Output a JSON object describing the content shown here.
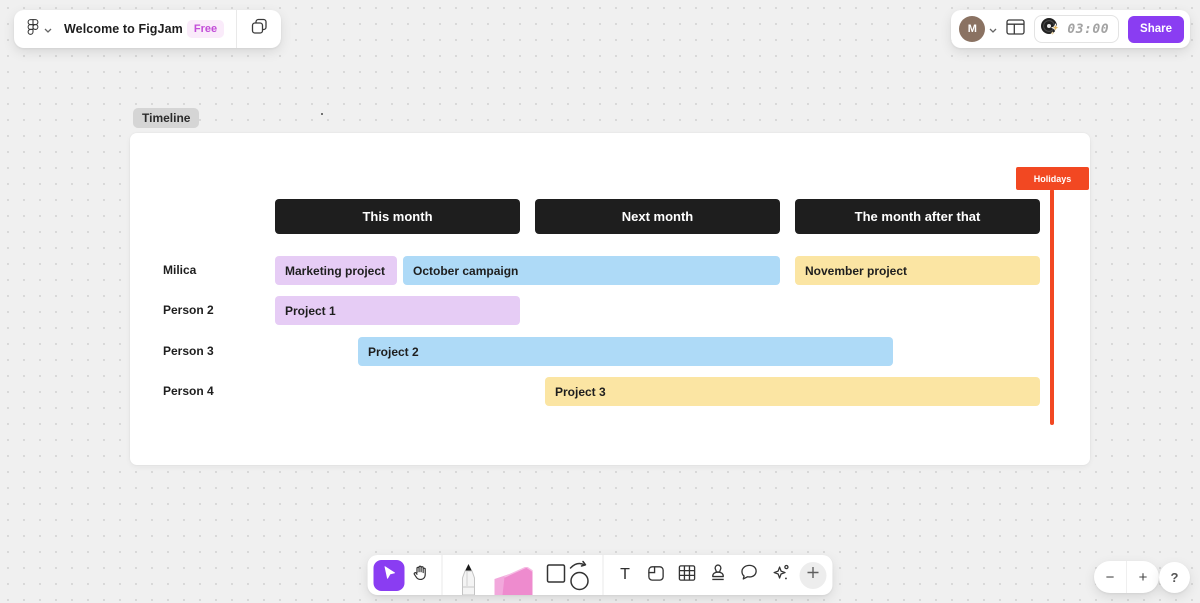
{
  "app": {
    "title": "Welcome to FigJam",
    "plan_badge": "Free",
    "avatar_initial": "M",
    "timer_value": "03:00",
    "share_label": "Share"
  },
  "board": {
    "tag": "Timeline",
    "columns": [
      "This month",
      "Next month",
      "The month after that"
    ],
    "holidays_label": "Holidays",
    "rows": [
      {
        "name": "Milica",
        "bars": [
          {
            "label": "Marketing project",
            "color": "#E6CCF5"
          },
          {
            "label": "October campaign",
            "color": "#AEDAF7"
          },
          {
            "label": "November project",
            "color": "#FBE5A3"
          }
        ]
      },
      {
        "name": "Person 2",
        "bars": [
          {
            "label": "Project 1",
            "color": "#E6CCF5"
          }
        ]
      },
      {
        "name": "Person 3",
        "bars": [
          {
            "label": "Project 2",
            "color": "#AEDAF7"
          }
        ]
      },
      {
        "name": "Person 4",
        "bars": [
          {
            "label": "Project 3",
            "color": "#FBE5A3"
          }
        ]
      }
    ]
  },
  "toolbar": {
    "text_tool_glyph": "T",
    "icons": {
      "select": "cursor-arrow",
      "hand": "open-hand",
      "marker": "pen-with-black-tip",
      "sticky_note": "pink-sticky-stack",
      "shapes": "square-circle-connector-arrow",
      "section": "frame-with-tab",
      "table": "grid",
      "stamp": "rubber-stamp",
      "chat": "speech-bubble",
      "ai": "sparkle-star",
      "more": "plus-circle"
    }
  },
  "zoom_controls": {
    "zoom_out": "−",
    "zoom_in": "+",
    "help": "?"
  },
  "colors": {
    "accent_purple": "#8A3DF2",
    "header_dark": "#1E1E1E",
    "bar_purple": "#E6CCF5",
    "bar_blue": "#AEDAF7",
    "bar_yellow": "#FBE5A3",
    "holidays_red": "#F24822",
    "canvas_bg": "#F0F0F0",
    "free_badge_text": "#C24CD8"
  }
}
